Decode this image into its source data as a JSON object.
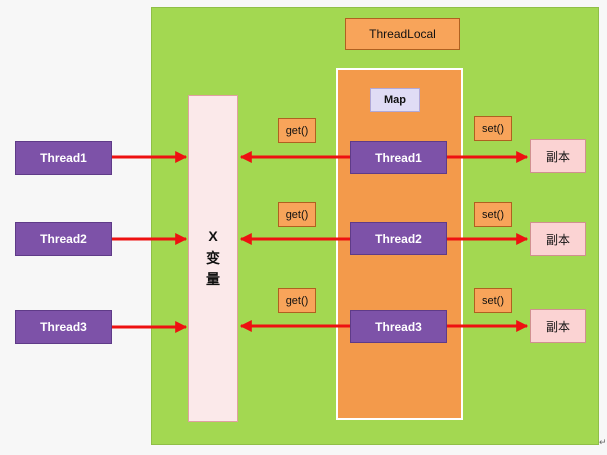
{
  "diagram": {
    "title": "ThreadLocal",
    "map_label": "Map",
    "variable": {
      "letter": "X",
      "line1": "变",
      "line2": "量"
    },
    "threads_outside": [
      {
        "label": "Thread1"
      },
      {
        "label": "Thread2"
      },
      {
        "label": "Thread3"
      }
    ],
    "threads_in_map": [
      {
        "label": "Thread1"
      },
      {
        "label": "Thread2"
      },
      {
        "label": "Thread3"
      }
    ],
    "get_labels": [
      "get()",
      "get()",
      "get()"
    ],
    "set_labels": [
      "set()",
      "set()",
      "set()"
    ],
    "copies": [
      "副本",
      "副本",
      "副本"
    ],
    "corner_mark": "↵"
  },
  "colors": {
    "panel_green": "#a3d851",
    "map_orange": "#f39a4b",
    "thread_purple": "#7d52a8",
    "arrow_red": "#ee1111",
    "copy_pink": "#fbd3d3"
  }
}
